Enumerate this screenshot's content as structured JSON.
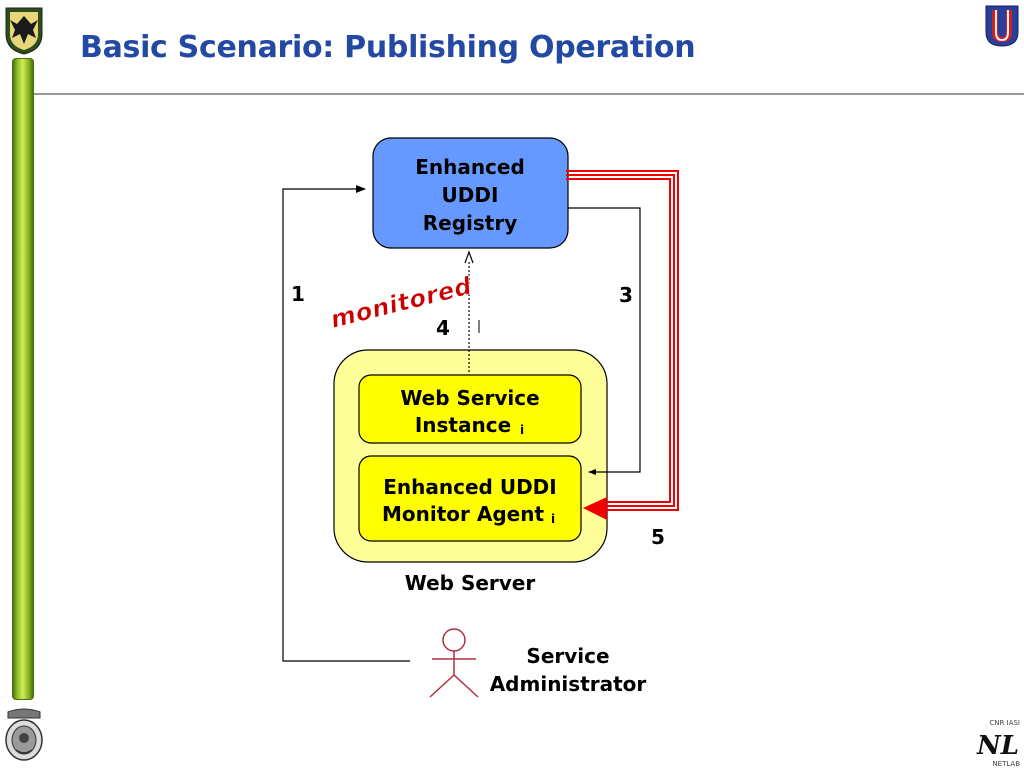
{
  "slide": {
    "title": "Basic Scenario: Publishing Operation"
  },
  "diagram": {
    "registry": {
      "line1": "Enhanced",
      "line2": "UDDI",
      "line3": "Registry"
    },
    "instance": {
      "line1": "Web Service",
      "line2": "Instance",
      "subscript": "i"
    },
    "agent": {
      "line1": "Enhanced UDDI",
      "line2": "Monitor Agent",
      "subscript": "i"
    },
    "web_server_label": "Web Server",
    "actor": {
      "line1": "Service",
      "line2": "Administrator"
    },
    "monitored_label": "monitored",
    "steps": {
      "s1": "1",
      "s3": "3",
      "s4": "4",
      "s5": "5"
    }
  },
  "logos": {
    "netlab_top": "CNR IASI",
    "netlab_mark": "NL",
    "netlab_bottom": "NETLAB"
  },
  "colors": {
    "title": "#2349a3",
    "registry_fill": "#6699ff",
    "server_fill": "#ffff99",
    "component_fill": "#ffff00",
    "monitored_red": "#cc0000",
    "arrow_red": "#ee0000",
    "actor": "#b03040"
  }
}
